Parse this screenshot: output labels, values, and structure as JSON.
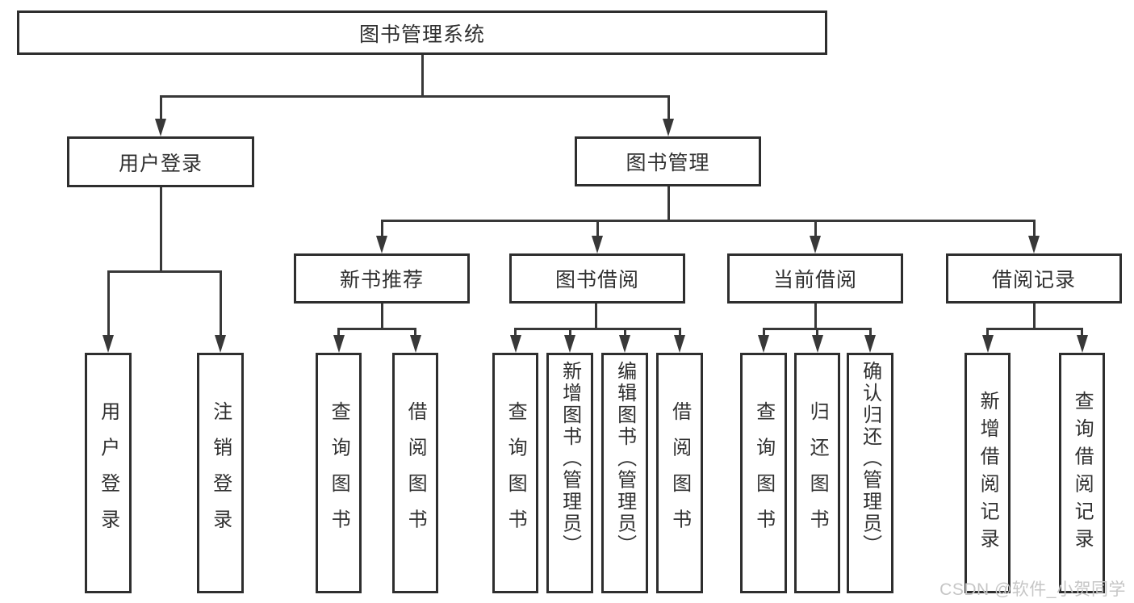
{
  "diagram": {
    "title": "图书管理系统",
    "root": {
      "label": "图书管理系统"
    },
    "level2": [
      {
        "label": "用户登录"
      },
      {
        "label": "图书管理"
      }
    ],
    "level3": [
      {
        "label": "新书推荐"
      },
      {
        "label": "图书借阅"
      },
      {
        "label": "当前借阅"
      },
      {
        "label": "借阅记录"
      }
    ],
    "leaves": {
      "login": [
        {
          "label": "用户登录"
        },
        {
          "label": "注销登录"
        }
      ],
      "recommend": [
        {
          "label": "查询图书"
        },
        {
          "label": "借阅图书"
        }
      ],
      "borrow": [
        {
          "label": "查询图书"
        },
        {
          "label": "新增图书（管理员）"
        },
        {
          "label": "编辑图书（管理员）"
        },
        {
          "label": "借阅图书"
        }
      ],
      "current": [
        {
          "label": "查询图书"
        },
        {
          "label": "归还图书"
        },
        {
          "label": "确认归还（管理员）"
        }
      ],
      "records": [
        {
          "label": "新增借阅记录"
        },
        {
          "label": "查询借阅记录"
        }
      ]
    },
    "watermark": "CSDN @软件_小贺同学",
    "colors": {
      "line": "#383838",
      "border": "#2e2e2e",
      "text": "#303030",
      "watermark": "#c6c6c6",
      "background": "#ffffff"
    }
  }
}
